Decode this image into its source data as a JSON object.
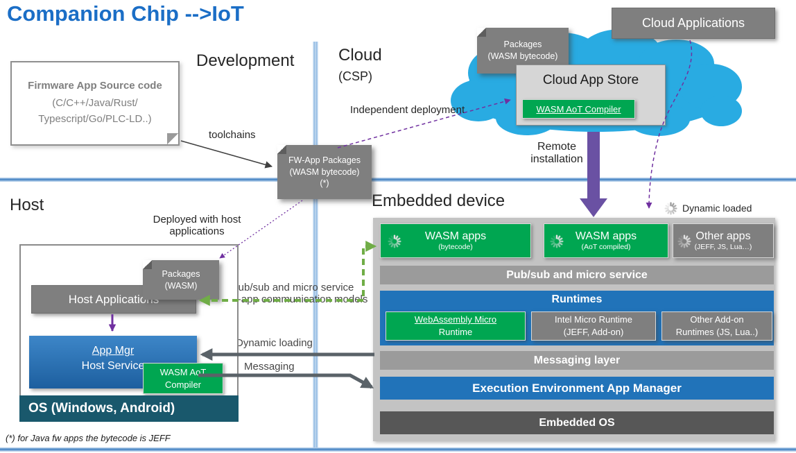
{
  "title": "Companion Chip -->IoT",
  "sections": {
    "development": "Development",
    "cloud": "Cloud",
    "csp": "(CSP)",
    "host": "Host",
    "embedded": "Embedded device"
  },
  "firmware": {
    "title": "Firmware App Source code",
    "languages": "(C/C++/Java/Rust/\nTypescript/Go/PLC-LD..)"
  },
  "arrows": {
    "toolchains": "toolchains",
    "independent_deployment": "Independent deployment",
    "remote_installation": "Remote\ninstallation",
    "deployed_with_host": "Deployed with host\napplications",
    "pubsub_models": "Pub/sub and micro service\ninter-app communication models",
    "dynamic_loading": "Dynamic loading",
    "messaging": "Messaging",
    "dynamic_loaded": "Dynamic loaded"
  },
  "notes": {
    "fw_app_packages": "FW-App Packages\n(WASM bytecode)\n(*)",
    "packages_wasm_bytecode": "Packages\n(WASM bytecode)",
    "packages_wasm": "Packages\n(WASM)"
  },
  "cloud_area": {
    "cloud_applications": "Cloud Applications",
    "cloud_app_store": "Cloud App Store",
    "wasm_aot_compiler": "WASM AoT Compiler"
  },
  "host_area": {
    "host_applications": "Host Applications",
    "app_mgr_line1": "App Mgr",
    "app_mgr_line2": "Host Service",
    "wasm_aot_compiler": "WASM AoT\nCompiler",
    "os": "OS (Windows, Android)"
  },
  "embedded_area": {
    "wasm_apps_bytecode": {
      "title": "WASM apps",
      "subtitle": "(bytecode)"
    },
    "wasm_apps_aot": {
      "title": "WASM apps",
      "subtitle": "(AoT compiled)"
    },
    "other_apps": {
      "title": "Other apps",
      "subtitle": "(JEFF, JS, Lua…)"
    },
    "pubsub_bar": "Pub/sub and micro service",
    "runtimes_title": "Runtimes",
    "wamr_line1": "WebAssembly Micro",
    "wamr_line2": "Runtime",
    "intel_runtime": "Intel Micro Runtime\n(JEFF, Add-on)",
    "other_runtimes": "Other Add-on\nRuntimes (JS, Lua..)",
    "messaging_layer": "Messaging layer",
    "exec_env": "Execution Environment App Manager",
    "embedded_os": "Embedded OS"
  },
  "footnote": "(*) for Java fw apps the bytecode is JEFF",
  "colors": {
    "title_blue": "#1B6EC6",
    "green": "#00A651",
    "blue": "#2173B9",
    "gray_box": "#7F7F7F",
    "panel_gray": "#C3C3C3",
    "os_teal": "#19586C",
    "purple_arrow": "#7030A0",
    "big_purple_arrow": "#6A51A3",
    "green_arrow": "#70AD47",
    "gray_arrow": "#5A6268",
    "cloud_cyan": "#29ABE2"
  }
}
